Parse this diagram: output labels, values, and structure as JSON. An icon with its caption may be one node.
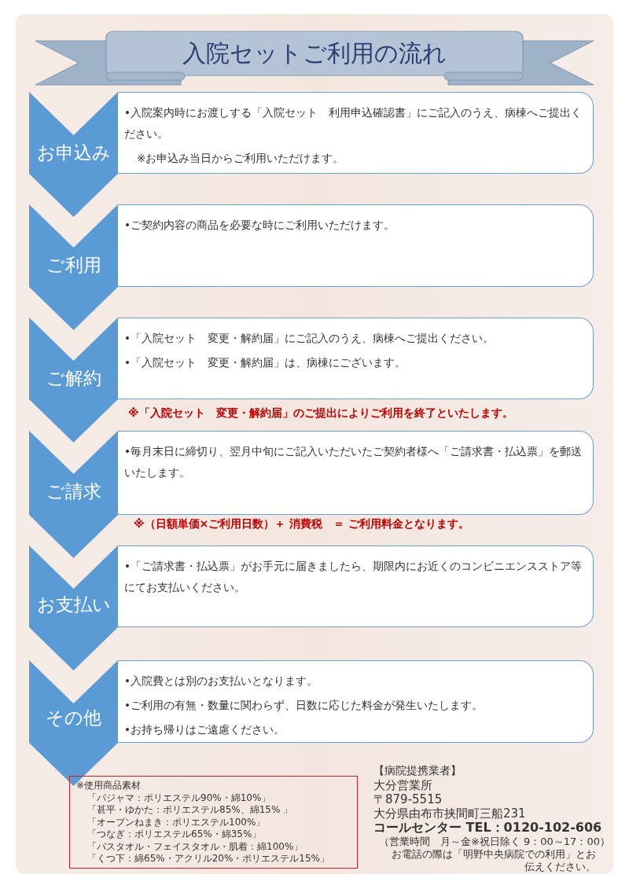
{
  "diagram": {
    "title": "入院セットご利用の流れ",
    "nodes": [
      {
        "text": [
          "お申込み"
        ]
      },
      {
        "text": [
          "•入院案内時にお渡しする「入院セット　利用申込確認書」にご記入のうえ、病棟へご提出ください。",
          "※お申込み当日からご利用いただけます。"
        ]
      },
      {
        "text": [
          "ご利用"
        ]
      },
      {
        "text": [
          "•ご契約内容の商品を必要な時にご利用いただけます。"
        ]
      },
      {
        "text": [
          "ご解約"
        ]
      },
      {
        "text": [
          "•「入院セット　変更・解約届」にご記入のうえ、病棟へご提出ください。",
          "•「入院セット　変更・解約届」は、病棟にございます。"
        ]
      },
      {
        "text": [
          "ご請求"
        ]
      },
      {
        "text": [
          "•毎月末日に締切り、翌月中旬にご記入いただいたご契約者様へ「ご請求書・払込票」を郵送いたします。"
        ]
      },
      {
        "text": [
          "お支払い"
        ]
      },
      {
        "text": [
          "•「ご請求書・払込票」がお手元に届きましたら、期限内にお近くのコンビニエンスストア等にてお支払いください。"
        ]
      },
      {
        "text": [
          "その他"
        ]
      },
      {
        "text": [
          "•入院費とは別のお支払いとなります。",
          "•ご利用の有無・数量に関わらず、日数に応じた料金が発生いたします。",
          "•お持ち帰りはご遠慮ください。"
        ]
      },
      {
        "text": [
          "※使用商品素材",
          "「パジャマ：ポリエステル90%・綿10%」",
          "「甚平・ゆかた：ポリエステル85%、綿15% 」",
          "「オープンねまき：ポリエステル100%」",
          "「つなぎ：ポリエステル65%・綿35%」",
          "「バスタオル・フェイスタオル・肌着：綿100%」",
          "「くつ下：綿65%・アクリル20%・ポリエステル15%」"
        ]
      }
    ],
    "labels": [
      "※「入院セット　変更・解約届」のご提出によりご利用を終了といたします。",
      "※（日額単価×ご利用日数）＋ 消費税　＝ ご利用料金となります。",
      "【病院提携業者】",
      "大分営業所",
      "〒879-5515",
      "大分県由布市挟間町三船231",
      "コールセンター TEL：0120-102-606",
      "（営業時間　月～金※祝日除く 9：00～17：00）",
      "お電話の際は「明野中央病院での利用」とお伝えください。"
    ]
  }
}
